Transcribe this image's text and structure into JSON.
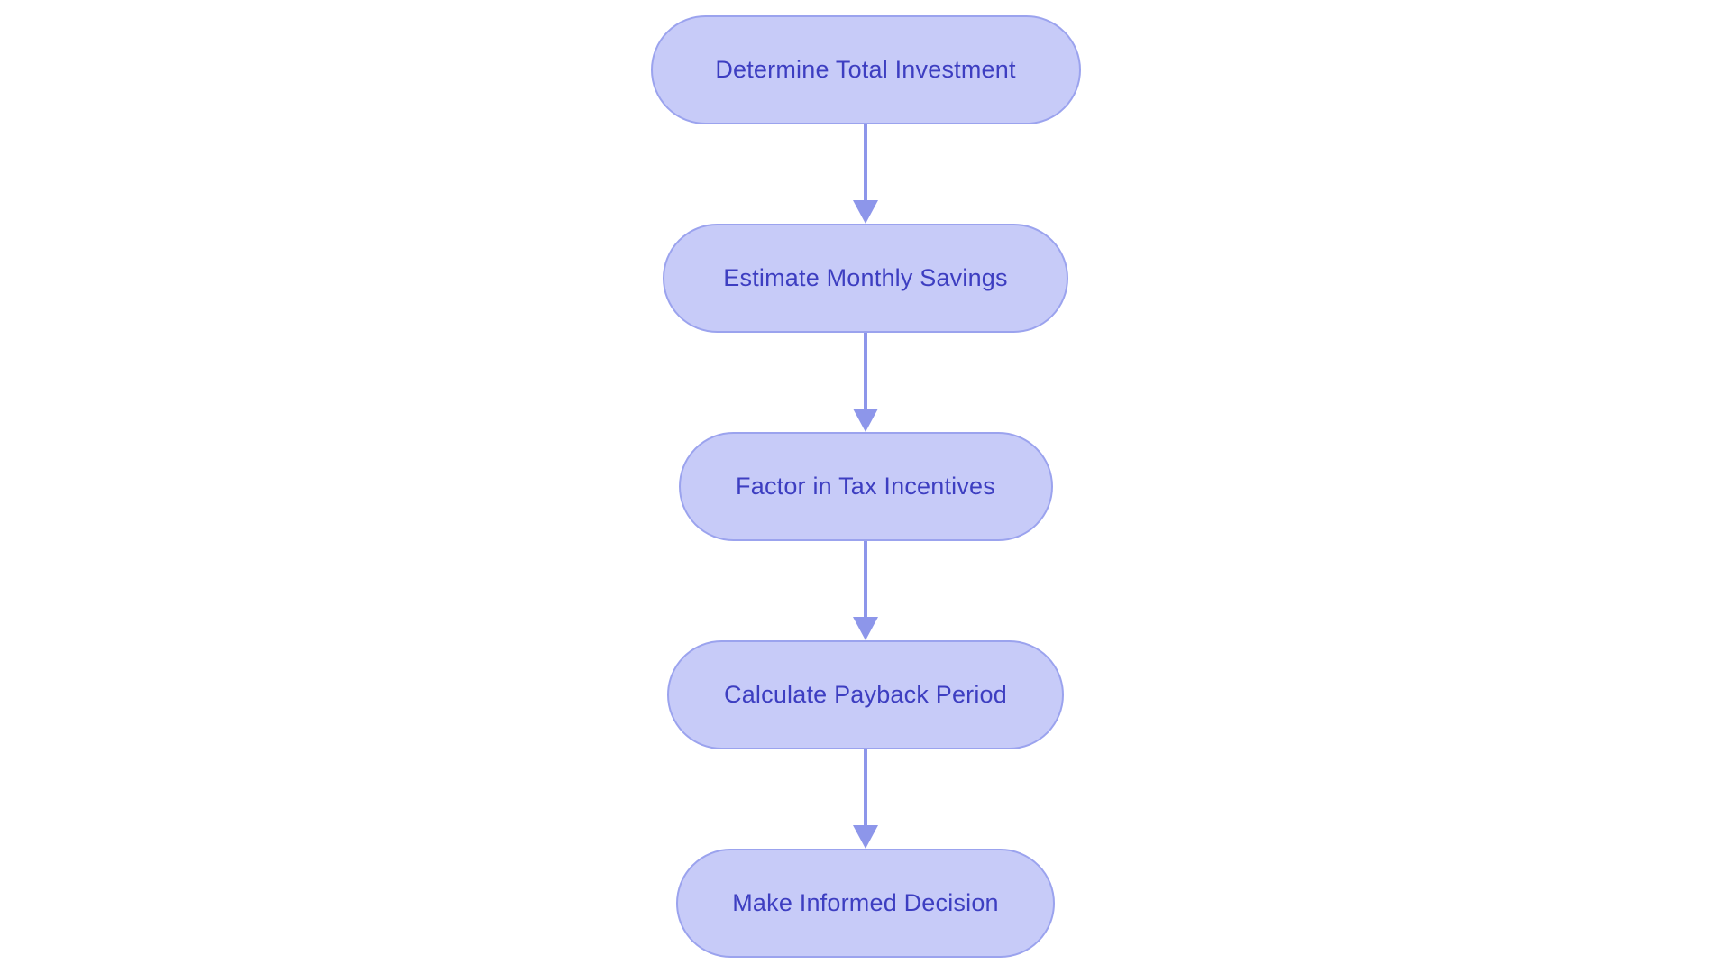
{
  "flowchart": {
    "type": "flowchart",
    "direction": "top-down",
    "nodes": [
      {
        "label": "Determine Total Investment"
      },
      {
        "label": "Estimate Monthly Savings"
      },
      {
        "label": "Factor in Tax Incentives"
      },
      {
        "label": "Calculate Payback Period"
      },
      {
        "label": "Make Informed Decision"
      }
    ],
    "edges": [
      {
        "from": 0,
        "to": 1
      },
      {
        "from": 1,
        "to": 2
      },
      {
        "from": 2,
        "to": 3
      },
      {
        "from": 3,
        "to": 4
      }
    ],
    "colors": {
      "node_fill": "#c7cbf8",
      "node_border": "#9ba3ee",
      "node_text": "#3d3ec1",
      "arrow": "#8d96ea",
      "background": "#ffffff"
    }
  }
}
